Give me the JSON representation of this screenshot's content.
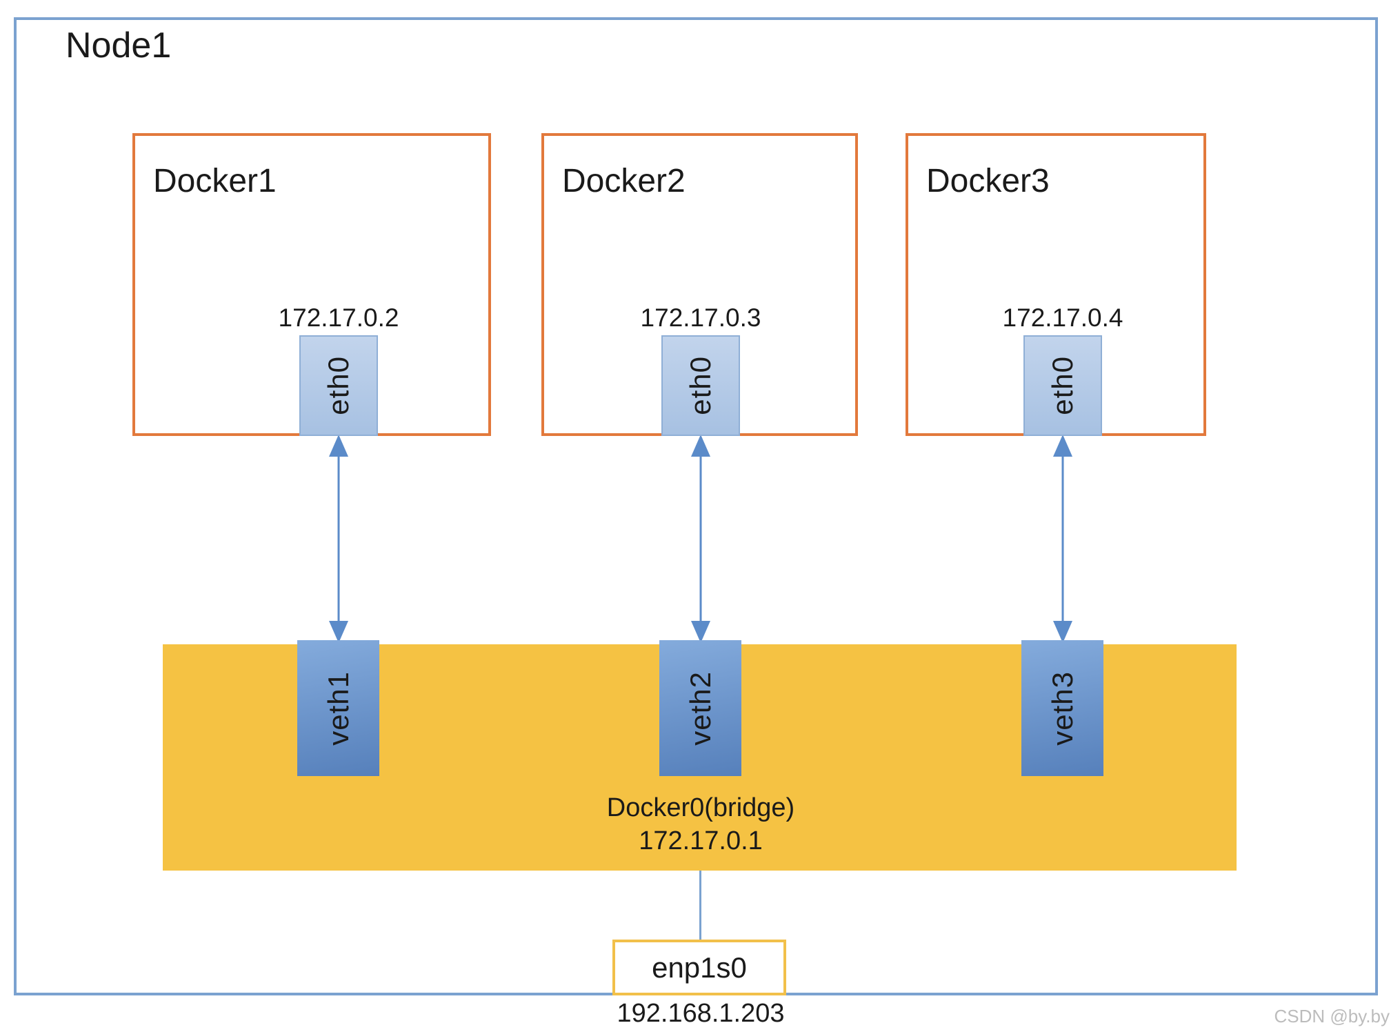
{
  "node": {
    "label": "Node1"
  },
  "containers": [
    {
      "label": "Docker1",
      "ip": "172.17.0.2",
      "iface": "eth0",
      "veth": "veth1"
    },
    {
      "label": "Docker2",
      "ip": "172.17.0.3",
      "iface": "eth0",
      "veth": "veth2"
    },
    {
      "label": "Docker3",
      "ip": "172.17.0.4",
      "iface": "eth0",
      "veth": "veth3"
    }
  ],
  "bridge": {
    "label": "Docker0(bridge)",
    "ip": "172.17.0.1"
  },
  "host_interface": {
    "label": "enp1s0",
    "ip": "192.168.1.203"
  },
  "watermark": "CSDN @by.by",
  "colors": {
    "node_border": "#7BA2D0",
    "container_border": "#E2793C",
    "eth_fill_top": "#C2D4EC",
    "eth_fill_bottom": "#A7C1E2",
    "eth_border": "#8FAFD6",
    "veth_fill_top": "#84ABDC",
    "veth_fill_bottom": "#5680BB",
    "bridge_fill": "#F5C243",
    "arrow": "#5B8BC9",
    "host_box_border": "#F2C04A",
    "watermark_color": "#BCBCBC",
    "text": "#1A1A1A"
  }
}
